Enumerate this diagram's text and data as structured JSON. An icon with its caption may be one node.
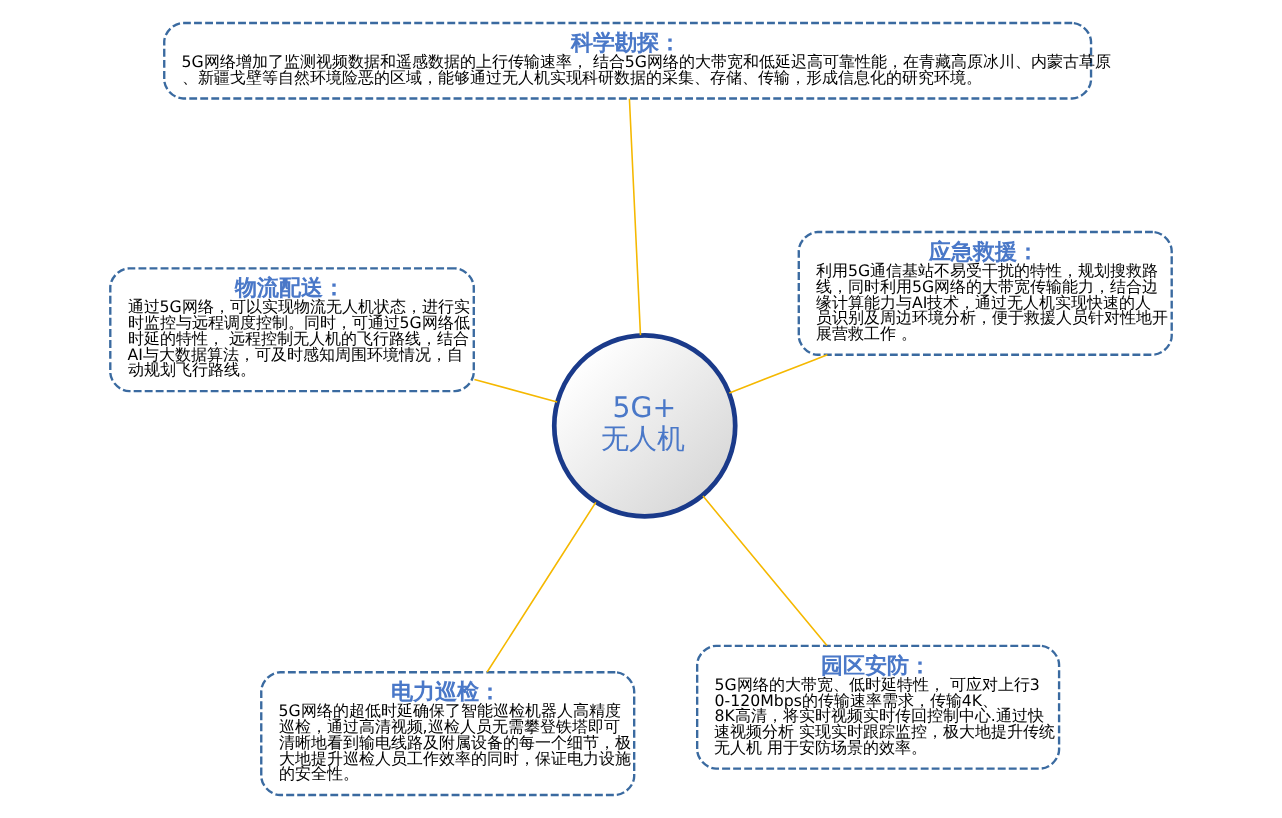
{
  "diagram": {
    "nodes": [
      {
        "text": [
          "5G+ 无人机"
        ]
      },
      {
        "text": [
          "园区安防：",
          "5G网络的大带宽、低时延特性， 可应对上行30-120Mbps的传输速率需求，传输4K、8K高清，将实时视频实时传回控制中心.通过快速视频分析 实现实时跟踪监控，极大地提升传统无人机 用于安防场景的效率。"
        ]
      },
      {
        "text": [
          "电力巡检：",
          "5G网络的超低时延确保了智能巡检机器人高精度巡检，通过高清视频,巡检人员无需攀登铁塔即可清晰地看到输电线路及附属设备的每一个细节，极大地提升巡检人员工作效率的同时，保证电力设施的安全性。"
        ]
      },
      {
        "text": [
          "物流配送：",
          "通过5G网络，可以实现物流无人机状态，进行实时监控与远程调度控制。同时，可通过5G网络低时延的特性， 远程控制无人机的飞行路线，结合AI与大数据算法，可及时感知周围环境情况，自动规划飞行路线。"
        ]
      },
      {
        "text": [
          "应急救援：",
          "利用5G通信基站不易受干扰的特性，规划搜救路线，同时利用5G网络的大带宽传输能力，结合边缘计算能力与AI技术，通过无人机实现快速的人员识别及周边环境分析，便于救援人员针对性地开展营救工作 。"
        ]
      },
      {
        "text": [
          "科学勘探：",
          "5G网络增加了监测视频数据和遥感数据的上行传输速率， 结合5G网络的大带宽和低延迟高可靠性能，在青藏高原冰川、内蒙古草原、新疆戈壁等自然环境险恶的区域，能够通过无人机实现科研数据的采集、存储、传输，形成信息化的研究环境。"
        ]
      }
    ],
    "edges": [
      {
        "from": 0,
        "to": 1,
        "arrow": "none"
      },
      {
        "from": 0,
        "to": 2,
        "arrow": "none"
      },
      {
        "from": 0,
        "to": 3,
        "arrow": "none"
      },
      {
        "from": 0,
        "to": 4,
        "arrow": "none"
      },
      {
        "from": 0,
        "to": 5,
        "arrow": "none"
      }
    ]
  }
}
